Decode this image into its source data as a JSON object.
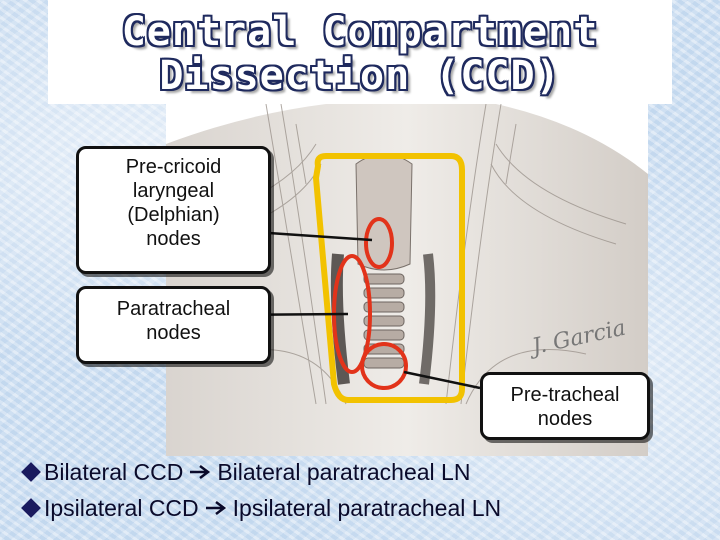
{
  "slide": {
    "title_line1": "Central Compartment",
    "title_line2": "Dissection (CCD)",
    "callouts": {
      "delphian": [
        "Pre-cricoid",
        "laryngeal",
        "(Delphian)",
        "nodes"
      ],
      "paratracheal": [
        "Paratracheal",
        "nodes"
      ],
      "pretracheal": [
        "Pre-tracheal",
        "nodes"
      ]
    },
    "signature": "J. Garcia",
    "bullets": [
      {
        "left": "Bilateral CCD",
        "right": "Bilateral paratracheal LN"
      },
      {
        "left": "Ipsilateral CCD",
        "right": "Ipsilateral paratracheal LN"
      }
    ]
  },
  "colors": {
    "title_outline": "#1f2a5e",
    "compartment_outline": "#f2c200",
    "node_circle": "#e2331a",
    "bullet": "#1a1a5e"
  },
  "icons": [
    "diamond-bullet-icon",
    "right-arrow-icon"
  ]
}
